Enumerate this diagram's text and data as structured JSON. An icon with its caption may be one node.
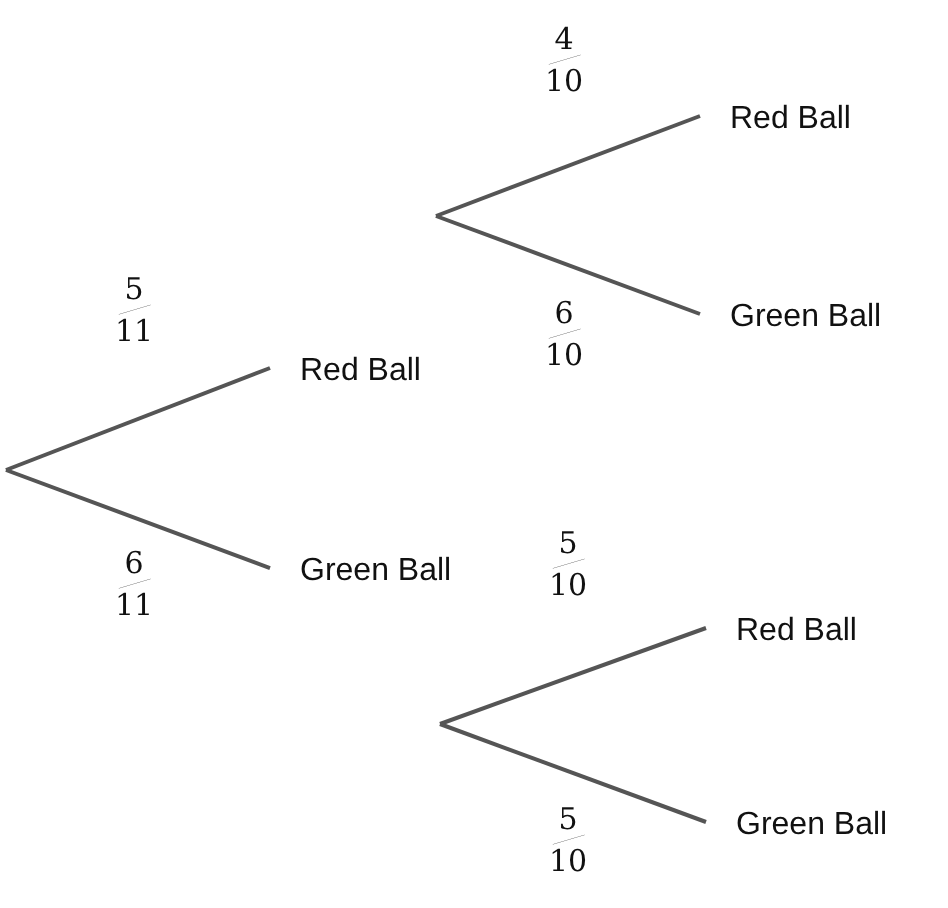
{
  "diagram": {
    "nodes": [
      {
        "text": [
          "Red Ball"
        ]
      },
      {
        "text": [
          "Green Ball"
        ]
      },
      {
        "text": [
          "Red Ball"
        ]
      },
      {
        "text": [
          "Green Ball"
        ]
      },
      {
        "text": [
          "Red Ball"
        ]
      },
      {
        "text": [
          "Green Ball"
        ]
      }
    ],
    "edges": [
      {
        "from": null,
        "to": 0,
        "arrow": "none",
        "label": "5/11"
      },
      {
        "from": null,
        "to": 1,
        "arrow": "none",
        "label": "6/11"
      },
      {
        "from": null,
        "to": 2,
        "arrow": "none",
        "label": "4/10"
      },
      {
        "from": null,
        "to": 3,
        "arrow": "none",
        "label": "6/10"
      },
      {
        "from": null,
        "to": 4,
        "arrow": "none",
        "label": "5/10"
      },
      {
        "from": null,
        "to": 5,
        "arrow": "none",
        "label": "5/10"
      }
    ]
  }
}
